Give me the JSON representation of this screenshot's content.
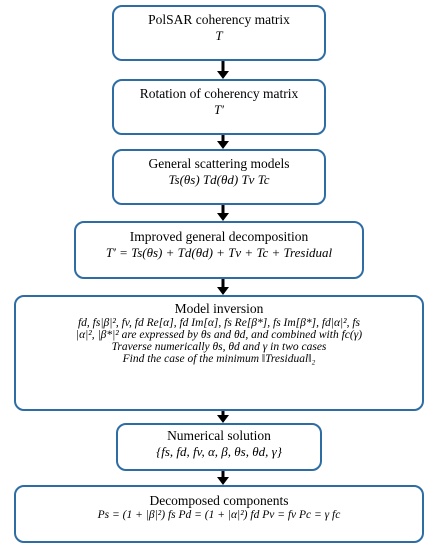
{
  "steps": [
    {
      "title": "PolSAR coherency matrix",
      "lines": [
        "T"
      ]
    },
    {
      "title": "Rotation of coherency matrix",
      "lines": [
        "T′"
      ]
    },
    {
      "title": "General scattering models",
      "lines": [
        "Ts(θs) Td(θd)  Tv  Tc"
      ]
    },
    {
      "title": "Improved general decomposition",
      "lines": [
        "T′ = Ts(θs) + Td(θd) + Tv + Tc + Tresidual"
      ]
    },
    {
      "title": "Model inversion",
      "lines": [
        "fd, fs|β|², fv, fd Re[α], fd Im[α], fs Re[β*], fs Im[β*], fd|α|², fs",
        "|α|², |β*|² are expressed by θs and θd, and combined with fc(γ)",
        "Traverse numerically θs, θd and γ in two cases",
        "Find the case of the minimum ‖Tresidual‖₂"
      ]
    },
    {
      "title": "Numerical solution",
      "lines": [
        "{fs, fd, fv, α, β, θs, θd, γ}"
      ]
    },
    {
      "title": "Decomposed components",
      "lines": [
        "Ps = (1 + |β|²) fs     Pd = (1 + |α|²) fd     Pv = fv    Pc = γ fc"
      ]
    }
  ]
}
